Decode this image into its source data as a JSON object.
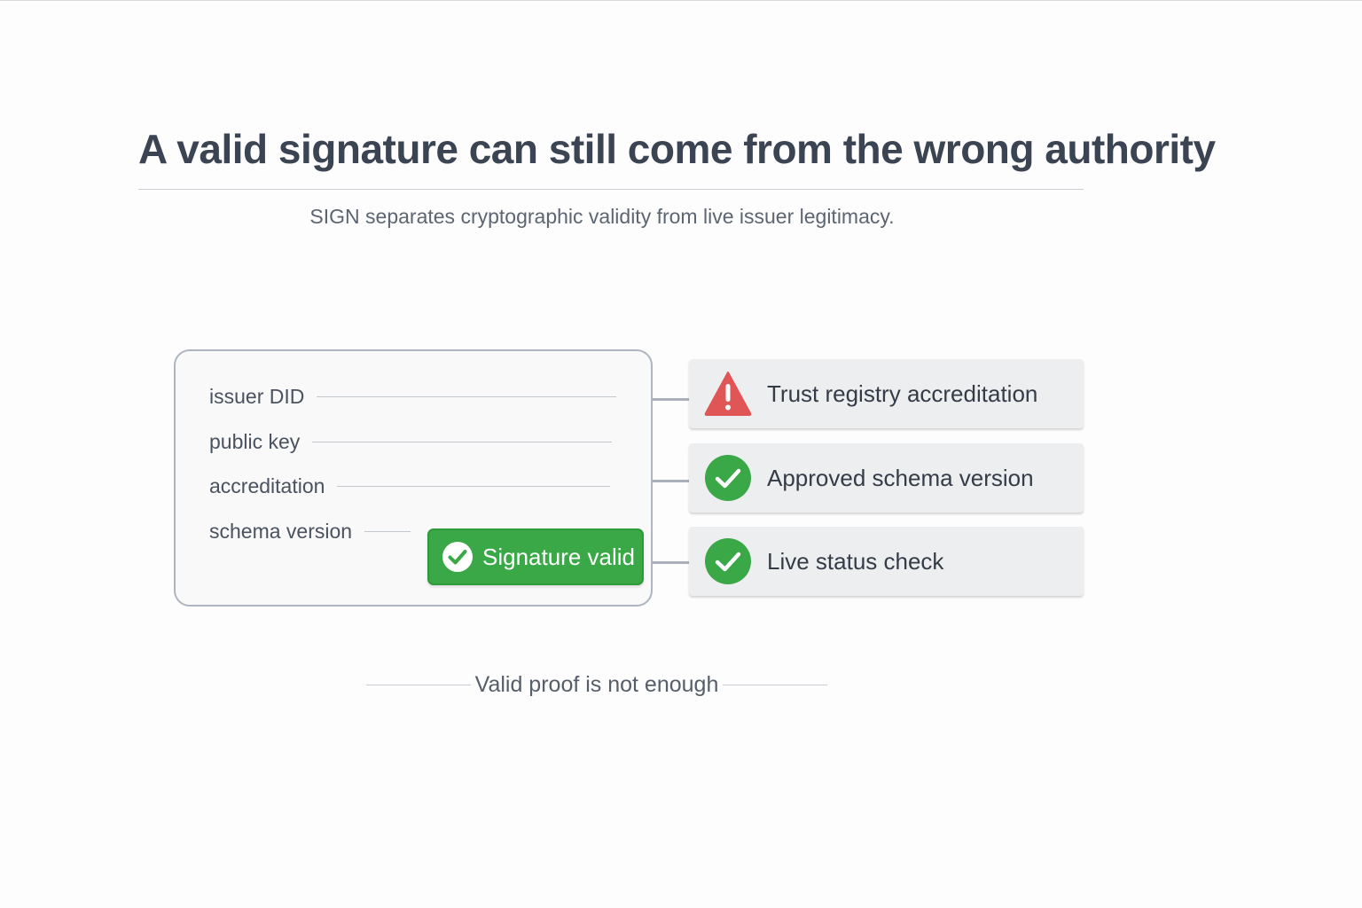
{
  "header": {
    "title": "A valid signature can still come from the wrong authority",
    "subtitle": "SIGN separates cryptographic validity from live issuer legitimacy."
  },
  "credential": {
    "fields": [
      {
        "label": "issuer DID"
      },
      {
        "label": "public key"
      },
      {
        "label": "accreditation"
      },
      {
        "label": "schema version"
      }
    ],
    "signature_badge": {
      "label": "Signature valid",
      "icon": "check-circle-icon",
      "color": "#3aa847"
    }
  },
  "checks": [
    {
      "label": "Trust registry accreditation",
      "status": "warning",
      "icon": "warning-triangle-icon",
      "color": "#e05555"
    },
    {
      "label": "Approved schema version",
      "status": "pass",
      "icon": "check-circle-icon",
      "color": "#3aa847"
    },
    {
      "label": "Live status check",
      "status": "pass",
      "icon": "check-circle-icon",
      "color": "#3aa847"
    }
  ],
  "footer": {
    "note": "Valid proof is not enough"
  }
}
